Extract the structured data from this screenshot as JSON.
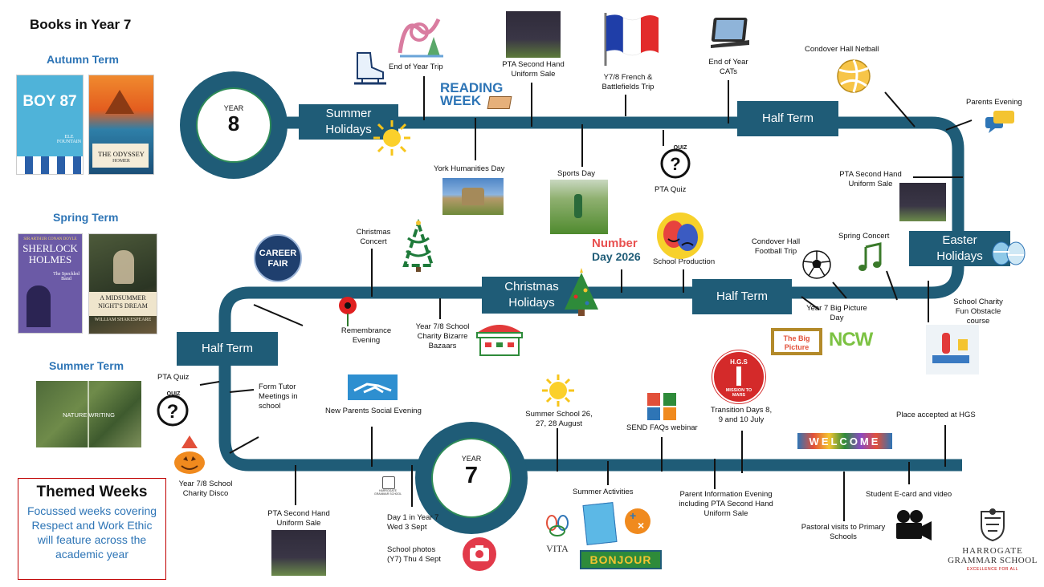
{
  "header": {
    "title": "Books in Year 7"
  },
  "terms": {
    "autumn": "Autumn Term",
    "spring": "Spring Term",
    "summer": "Summer Term"
  },
  "books": {
    "boy87": {
      "title": "BOY 87",
      "author": "ELE FOUNTAIN"
    },
    "odyssey": {
      "title": "THE ODYSSEY",
      "author": "HOMER"
    },
    "sherlock": {
      "series": "SIR ARTHUR CONAN DOYLE",
      "title": "SHERLOCK HOLMES",
      "subtitle": "The Speckled Band"
    },
    "midsummer": {
      "title": "A MIDSUMMER NIGHT'S DREAM",
      "author": "WILLIAM SHAKESPEARE"
    },
    "nature": {
      "title": "NATURE WRITING"
    }
  },
  "themed_weeks": {
    "title": "Themed Weeks",
    "body": "Focussed weeks covering Respect and Work Ethic will feature across the academic year"
  },
  "years": {
    "y8": {
      "label": "YEAR",
      "number": "8"
    },
    "y7": {
      "label": "YEAR",
      "number": "7"
    }
  },
  "bars": {
    "summer_holidays": "Summer Holidays",
    "half_term_top": "Half Term",
    "easter_holidays": "Easter Holidays",
    "half_term_mid": "Half Term",
    "christmas_holidays": "Christmas Holidays",
    "half_term_left": "Half Term"
  },
  "events": {
    "end_of_year_trip": "End of Year Trip",
    "pta_uniform_top": "PTA Second Hand Uniform Sale",
    "french_trip": "Y7/8 French & Battlefields Trip",
    "end_of_year_cats": "End of Year CATs",
    "condover_netball": "Condover Hall Netball",
    "parents_evening": "Parents Evening",
    "york_day": "York Humanities Day",
    "sports_day": "Sports Day",
    "pta_quiz_top": "PTA Quiz",
    "pta_uniform_right": "PTA Second Hand Uniform Sale",
    "christmas_concert": "Christmas Concert",
    "school_production": "School Production",
    "condover_football": "Condover Hall Football Trip",
    "spring_concert": "Spring Concert",
    "remembrance": "Remembrance Evening",
    "bazaars": "Year 7/8 School Charity Bizarre Bazaars",
    "big_picture_day": "Year 7 Big Picture Day",
    "obstacle_course": "School Charity Fun Obstacle course",
    "pta_quiz_left": "PTA Quiz",
    "form_tutor": "Form Tutor Meetings in school",
    "new_parents": "New Parents Social Evening",
    "summer_school": "Summer School 26, 27, 28 August",
    "send_webinar": "SEND FAQs webinar",
    "transition_days": "Transition Days 8, 9 and 10 July",
    "place_accepted": "Place accepted at HGS",
    "disco": "Year 7/8 School Charity Disco",
    "pta_uniform_bottom": "PTA Second Hand Uniform Sale",
    "day1": "Day 1 in Year 7 Wed 3 Sept",
    "photos": "School photos (Y7) Thu 4 Sept",
    "summer_activities": "Summer Activities",
    "parent_info": "Parent Information Evening including PTA Second Hand Uniform Sale",
    "pastoral_visits": "Pastoral visits to Primary Schools",
    "student_ecard": "Student E-card and video"
  },
  "logos": {
    "reading_week_1": "READING",
    "reading_week_2": "WEEK",
    "career_fair_1": "CAREER",
    "career_fair_2": "FAIR",
    "number_day_1": "Number",
    "number_day_2": "Day 2026",
    "ncw": "NCW",
    "big_picture": "The Big Picture",
    "welcome": "WELCOME",
    "bonjour": "BONJOUR",
    "vita": "VITA",
    "mission_1": "H.G.S",
    "mission_2": "MISSION TO MARS",
    "quiz": "QUIZ",
    "hgs_1": "HARROGATE",
    "hgs_2": "GRAMMAR SCHOOL",
    "hgs_3": "EXCELLENCE FOR ALL",
    "hgs_small": "HARROGATE GRAMMAR SCHOOL"
  },
  "colors": {
    "road": "#1f5c77",
    "term_heading": "#2e75b6",
    "circle_ring": "#2e8b57",
    "themed_border": "#c00000"
  }
}
